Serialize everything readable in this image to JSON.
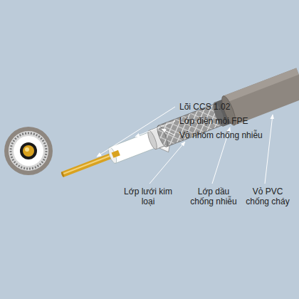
{
  "diagram": {
    "labels": [
      "Lõi CCS 1.02",
      "Lớp điện môi FPE",
      "Vỏ nhôm chống nhiễu",
      "Lớp lưới kim loại",
      "Lớp dầu chống nhiễu",
      "Vỏ PVC chống cháy"
    ]
  }
}
